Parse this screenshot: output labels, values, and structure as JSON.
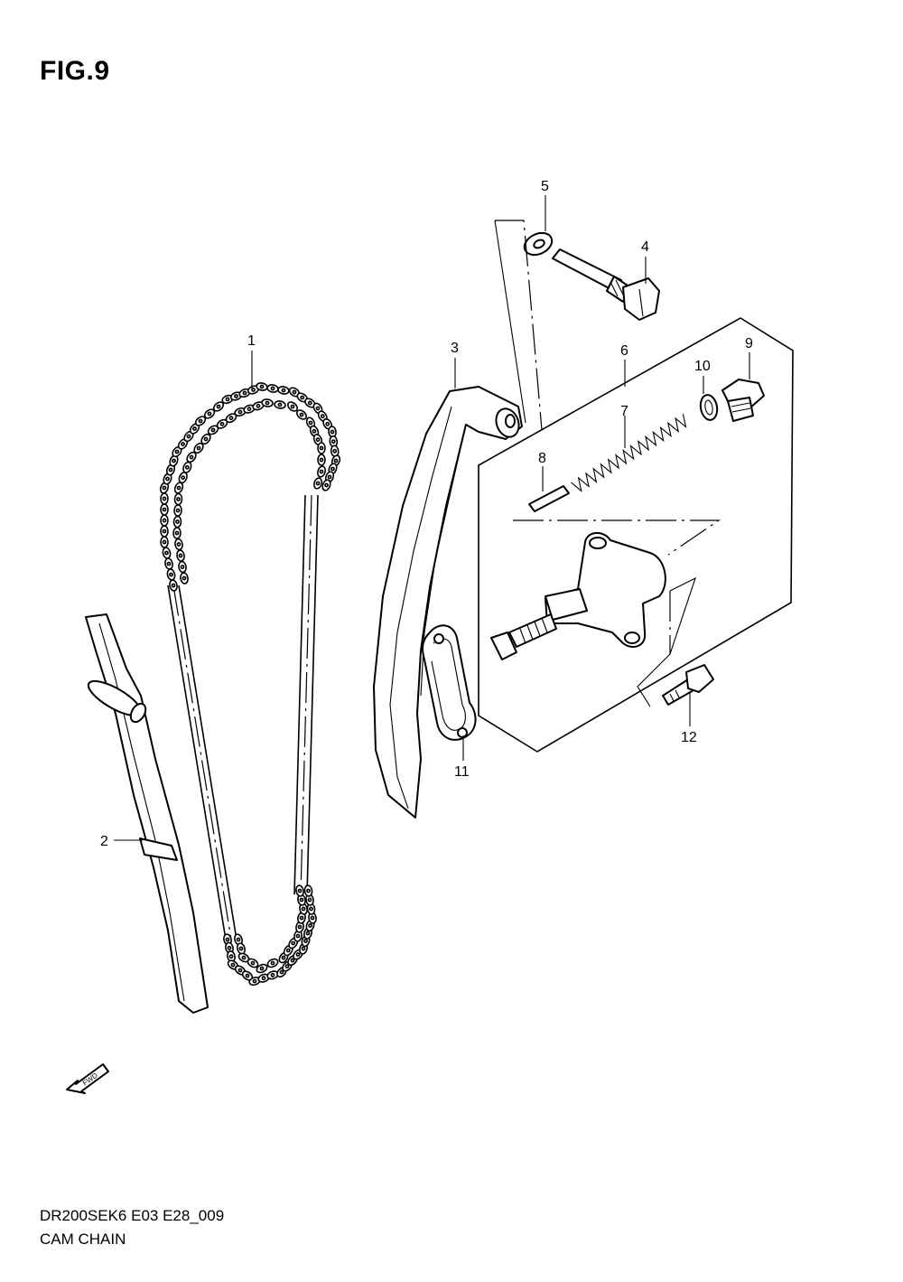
{
  "figure": {
    "title": "FIG.9"
  },
  "callouts": [
    {
      "id": "1",
      "label": "1"
    },
    {
      "id": "2",
      "label": "2"
    },
    {
      "id": "3",
      "label": "3"
    },
    {
      "id": "4",
      "label": "4"
    },
    {
      "id": "5",
      "label": "5"
    },
    {
      "id": "6",
      "label": "6"
    },
    {
      "id": "7",
      "label": "7"
    },
    {
      "id": "8",
      "label": "8"
    },
    {
      "id": "9",
      "label": "9"
    },
    {
      "id": "10",
      "label": "10"
    },
    {
      "id": "11",
      "label": "11"
    },
    {
      "id": "12",
      "label": "12"
    }
  ],
  "fwd_marker": {
    "label": "FWD",
    "icon": "fwd-arrow-icon"
  },
  "footer": {
    "code": "DR200SEK6 E03 E28_009",
    "section": "CAM CHAIN"
  }
}
